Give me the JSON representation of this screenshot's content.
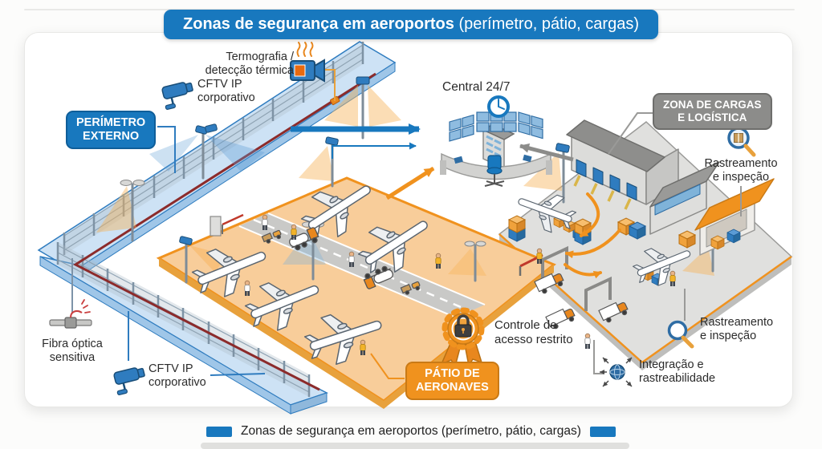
{
  "title": {
    "main": "Zonas de segurança em aeroportos",
    "suffix": " (perímetro, pátio, cargas)"
  },
  "footer": {
    "caption": "Zonas de segurança em aeroportos (perímetro, pátio, cargas)"
  },
  "zones": {
    "perimeter": {
      "line1": "PERÍMETRO",
      "line2": "EXTERNO"
    },
    "apron": {
      "line1": "PÁTIO DE",
      "line2": "AERONAVES"
    },
    "cargo": {
      "line1": "ZONA DE CARGAS",
      "line2": "E LOGÍSTICA"
    }
  },
  "callouts": {
    "termografia": {
      "line1": "Termografia /",
      "line2": "detecção térmica"
    },
    "cftv_top": {
      "line1": "CFTV IP",
      "line2": "corporativo"
    },
    "central": "Central 24/7",
    "rastreamento_top": {
      "line1": "Rastreamento",
      "line2": "e inspeção"
    },
    "fibra": {
      "line1": "Fibra óptica",
      "line2": "sensitiva"
    },
    "cftv_bottom": {
      "line1": "CFTV IP",
      "line2": "corporativo"
    },
    "controle": {
      "line1": "Controle de",
      "line2": "acesso restrito"
    },
    "rastreamento_bottom": {
      "line1": "Rastreamento",
      "line2": "e inspeção"
    },
    "integracao": {
      "line1": "Integração e",
      "line2": "rastreabilidade"
    }
  },
  "icons": {
    "thermal_camera": "thermal-camera-icon",
    "cctv_top": "cctv-camera-icon",
    "cctv_bottom": "cctv-camera-icon",
    "magnifier_package": "magnifier-package-icon",
    "magnifier": "magnifier-icon",
    "access_badge": "padlock-badge-icon",
    "fiber": "fiber-optic-icon",
    "integration_globe": "network-globe-icon",
    "clock": "clock-icon"
  },
  "colors": {
    "accent_blue": "#1878BE",
    "orange": "#F0921E",
    "badge_gray": "#8C8C8A",
    "fence_blue": "#CDE2F5",
    "cable_red": "#8C2B2B",
    "apron_fill": "#F8CD9A",
    "platform_gray": "#E0E0DE",
    "text": "#2B2B2B"
  }
}
